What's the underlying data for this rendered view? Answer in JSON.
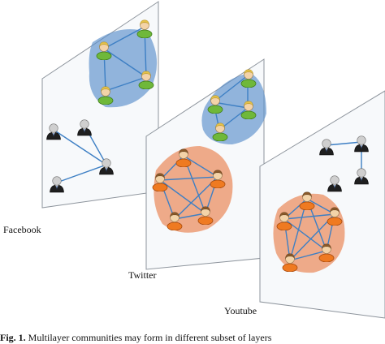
{
  "layers": [
    {
      "name": "Facebook"
    },
    {
      "name": "Twitter"
    },
    {
      "name": "Youtube"
    }
  ],
  "caption": {
    "label": "Fig. 1.",
    "text": "Multilayer communities may form in different subset of layers"
  },
  "colors": {
    "panel_fill": "#f7f9fb",
    "panel_stroke": "#8d949c",
    "blue_community": "#5b8fcb",
    "orange_community": "#e9804b",
    "edge": "#3d7fc4",
    "green_person": "#7ac143",
    "orange_person": "#ef7a21",
    "black_person": "#222222"
  },
  "person_icons": [
    "green-person-icon",
    "orange-person-icon",
    "businessman-icon"
  ]
}
